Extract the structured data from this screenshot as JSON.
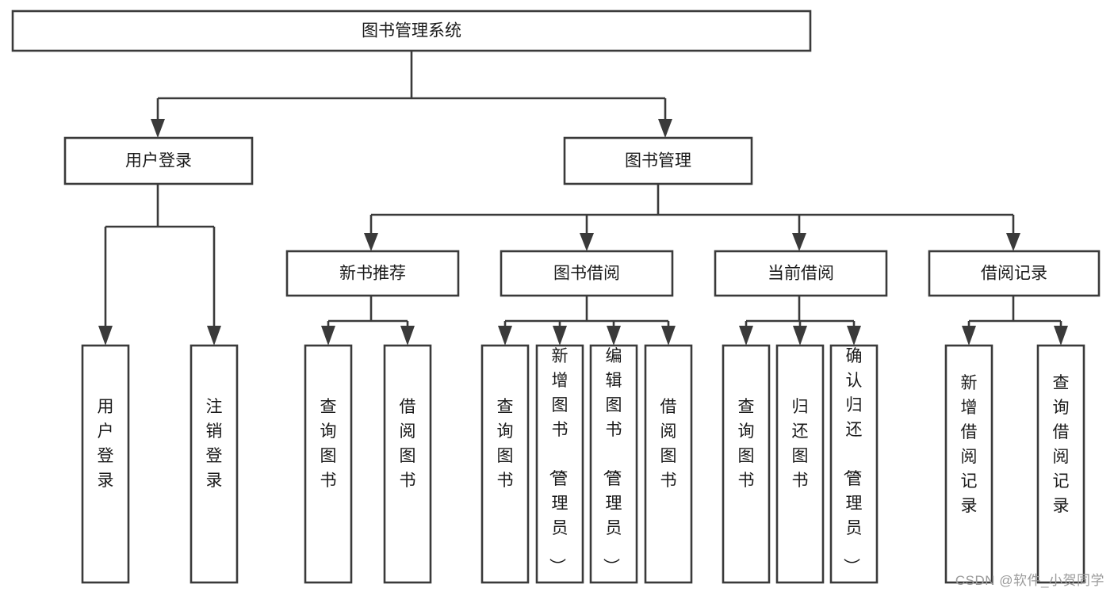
{
  "diagram": {
    "title": "图书管理系统",
    "type": "hierarchy-tree",
    "watermark": "CSDN @软件_小贺同学",
    "colors": {
      "stroke": "#3a3a3a",
      "fill": "#ffffff",
      "text": "#1a1a1a",
      "watermark": "#9a9a9a"
    },
    "root": {
      "label": "图书管理系统"
    },
    "level2": [
      {
        "label": "用户登录"
      },
      {
        "label": "图书管理"
      }
    ],
    "level3": [
      {
        "label": "新书推荐"
      },
      {
        "label": "图书借阅"
      },
      {
        "label": "当前借阅"
      },
      {
        "label": "借阅记录"
      }
    ],
    "leaves": {
      "user_login": [
        {
          "label": "用户登录"
        },
        {
          "label": "注销登录"
        }
      ],
      "new_book": [
        {
          "label": "查询图书"
        },
        {
          "label": "借阅图书"
        }
      ],
      "book_borrow": [
        {
          "label": "查询图书"
        },
        {
          "label": "新增图书（管理员）"
        },
        {
          "label": "编辑图书（管理员）"
        },
        {
          "label": "借阅图书"
        }
      ],
      "current_borrow": [
        {
          "label": "查询图书"
        },
        {
          "label": "归还图书"
        },
        {
          "label": "确认归还（管理员）"
        }
      ],
      "borrow_record": [
        {
          "label": "新增借阅记录"
        },
        {
          "label": "查询借阅记录"
        }
      ]
    }
  }
}
